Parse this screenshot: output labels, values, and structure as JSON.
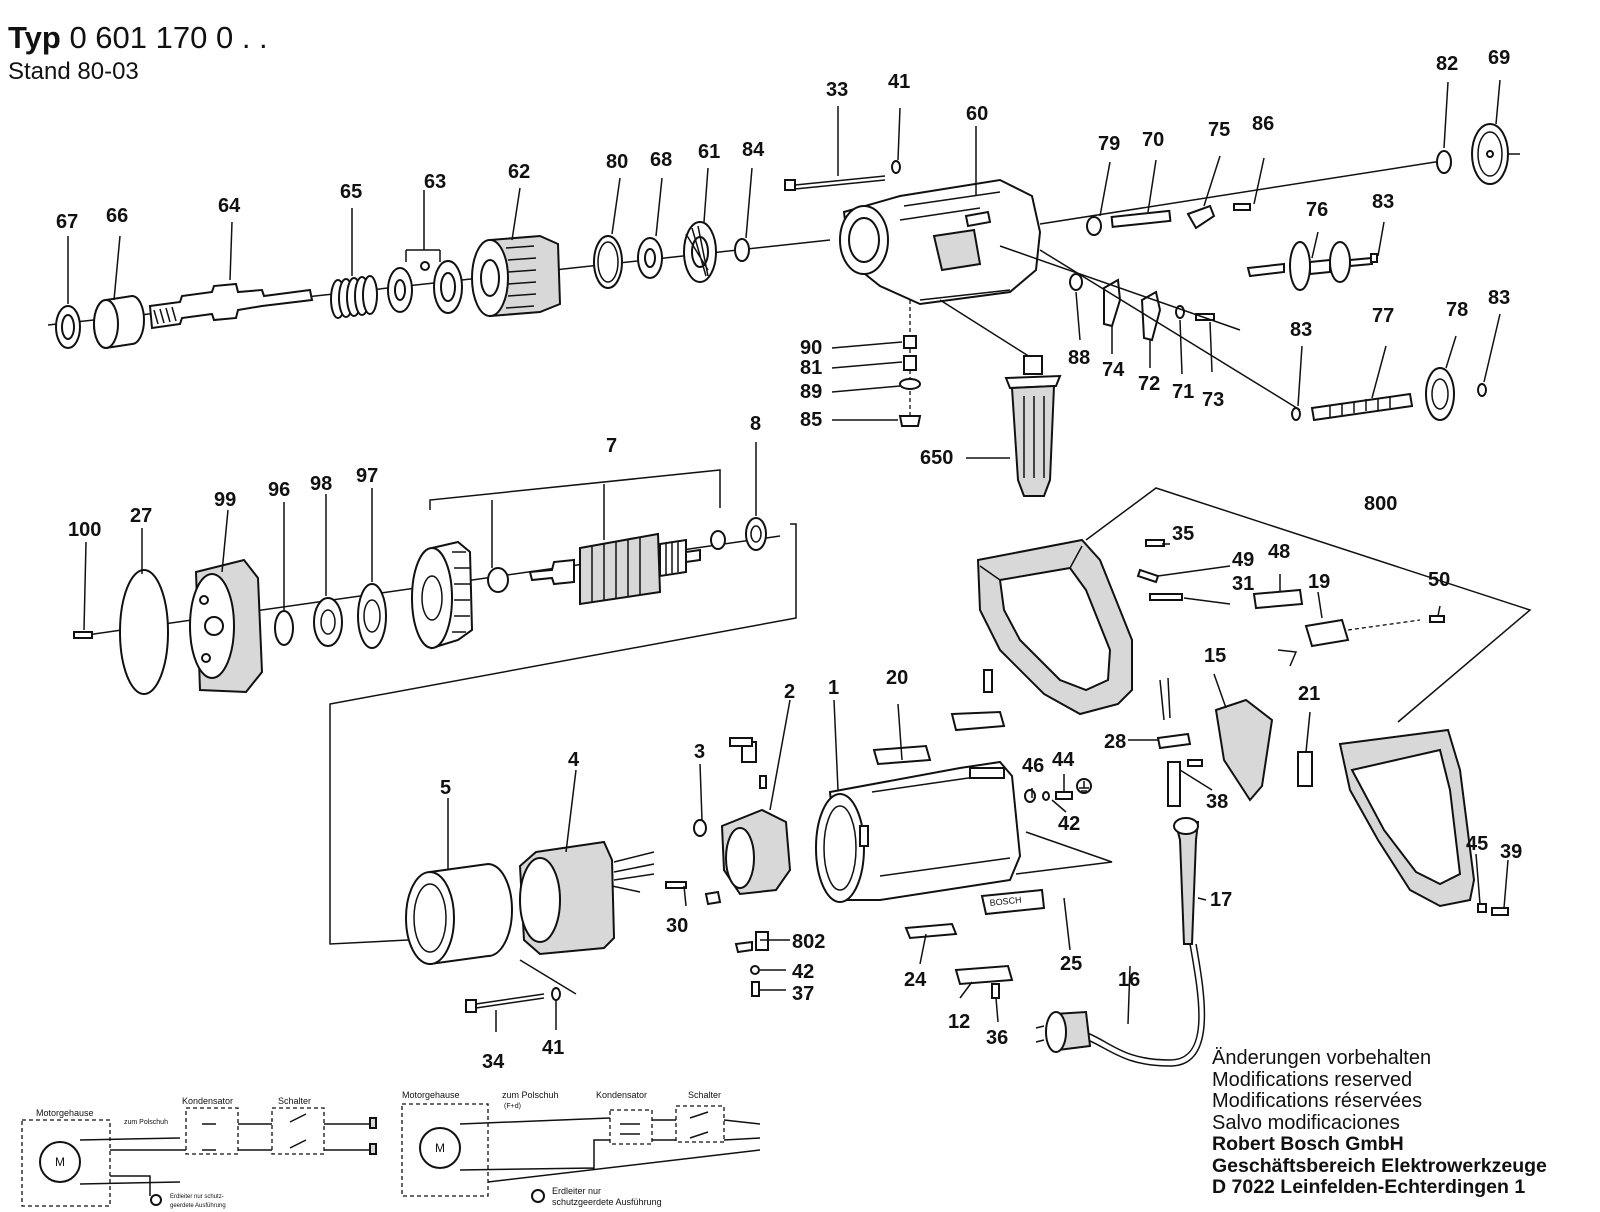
{
  "header": {
    "type_prefix": "Typ",
    "type_number": "0 601 170 0 . .",
    "stand": "Stand 80-03"
  },
  "labels": [
    {
      "name": "67",
      "text": "67"
    },
    {
      "name": "66",
      "text": "66"
    },
    {
      "name": "64",
      "text": "64"
    },
    {
      "name": "65",
      "text": "65"
    },
    {
      "name": "63",
      "text": "63"
    },
    {
      "name": "62",
      "text": "62"
    },
    {
      "name": "80",
      "text": "80"
    },
    {
      "name": "68",
      "text": "68"
    },
    {
      "name": "61",
      "text": "61"
    },
    {
      "name": "84",
      "text": "84"
    },
    {
      "name": "33",
      "text": "33"
    },
    {
      "name": "41a",
      "text": "41"
    },
    {
      "name": "60",
      "text": "60"
    },
    {
      "name": "79",
      "text": "79"
    },
    {
      "name": "70",
      "text": "70"
    },
    {
      "name": "75",
      "text": "75"
    },
    {
      "name": "86",
      "text": "86"
    },
    {
      "name": "82",
      "text": "82"
    },
    {
      "name": "69",
      "text": "69"
    },
    {
      "name": "76",
      "text": "76"
    },
    {
      "name": "83a",
      "text": "83"
    },
    {
      "name": "88",
      "text": "88"
    },
    {
      "name": "74",
      "text": "74"
    },
    {
      "name": "72",
      "text": "72"
    },
    {
      "name": "71",
      "text": "71"
    },
    {
      "name": "73",
      "text": "73"
    },
    {
      "name": "83b",
      "text": "83"
    },
    {
      "name": "77",
      "text": "77"
    },
    {
      "name": "78",
      "text": "78"
    },
    {
      "name": "83c",
      "text": "83"
    },
    {
      "name": "90",
      "text": "90"
    },
    {
      "name": "81",
      "text": "81"
    },
    {
      "name": "89",
      "text": "89"
    },
    {
      "name": "85",
      "text": "85"
    },
    {
      "name": "650",
      "text": "650"
    },
    {
      "name": "7",
      "text": "7"
    },
    {
      "name": "8",
      "text": "8"
    },
    {
      "name": "100",
      "text": "100"
    },
    {
      "name": "27",
      "text": "27"
    },
    {
      "name": "99",
      "text": "99"
    },
    {
      "name": "96",
      "text": "96"
    },
    {
      "name": "98",
      "text": "98"
    },
    {
      "name": "97",
      "text": "97"
    },
    {
      "name": "800",
      "text": "800"
    },
    {
      "name": "35",
      "text": "35"
    },
    {
      "name": "49",
      "text": "49"
    },
    {
      "name": "48",
      "text": "48"
    },
    {
      "name": "31",
      "text": "31"
    },
    {
      "name": "19",
      "text": "19"
    },
    {
      "name": "50",
      "text": "50"
    },
    {
      "name": "15",
      "text": "15"
    },
    {
      "name": "21",
      "text": "21"
    },
    {
      "name": "20",
      "text": "20"
    },
    {
      "name": "1",
      "text": "1"
    },
    {
      "name": "2",
      "text": "2"
    },
    {
      "name": "3",
      "text": "3"
    },
    {
      "name": "46",
      "text": "46"
    },
    {
      "name": "44",
      "text": "44"
    },
    {
      "name": "42a",
      "text": "42"
    },
    {
      "name": "28",
      "text": "28"
    },
    {
      "name": "38",
      "text": "38"
    },
    {
      "name": "45",
      "text": "45"
    },
    {
      "name": "39",
      "text": "39"
    },
    {
      "name": "5",
      "text": "5"
    },
    {
      "name": "4",
      "text": "4"
    },
    {
      "name": "30",
      "text": "30"
    },
    {
      "name": "802",
      "text": "802"
    },
    {
      "name": "42b",
      "text": "42"
    },
    {
      "name": "37",
      "text": "37"
    },
    {
      "name": "24",
      "text": "24"
    },
    {
      "name": "25",
      "text": "25"
    },
    {
      "name": "17",
      "text": "17"
    },
    {
      "name": "16",
      "text": "16"
    },
    {
      "name": "12",
      "text": "12"
    },
    {
      "name": "36",
      "text": "36"
    },
    {
      "name": "34",
      "text": "34"
    },
    {
      "name": "41b",
      "text": "41"
    }
  ],
  "nameplate_text": "BOSCH",
  "schematic_left": {
    "motorgehause": "Motorgehause",
    "zum_polschuh": "zum Polschuh",
    "kondensator": "Kondensator",
    "schalter": "Schalter",
    "motor": "M",
    "note_line1": "Erdleiter nur schutz-",
    "note_line2": "geerdete Ausführung"
  },
  "schematic_right": {
    "motorgehause": "Motorgehause",
    "zum_polschuh": "zum Polschuh",
    "polschuh_sub": "(F+d)",
    "kondensator": "Kondensator",
    "schalter": "Schalter",
    "motor": "M",
    "note_line1": "Erdleiter nur",
    "note_line2": "schutzgeerdete Ausführung"
  },
  "notes": {
    "line1": "Änderungen vorbehalten",
    "line2": "Modifications reserved",
    "line3": "Modifications réservées",
    "line4": "Salvo modificaciones",
    "company": "Robert Bosch GmbH",
    "division": "Geschäftsbereich Elektrowerkzeuge",
    "address": "D 7022 Leinfelden-Echterdingen 1"
  }
}
